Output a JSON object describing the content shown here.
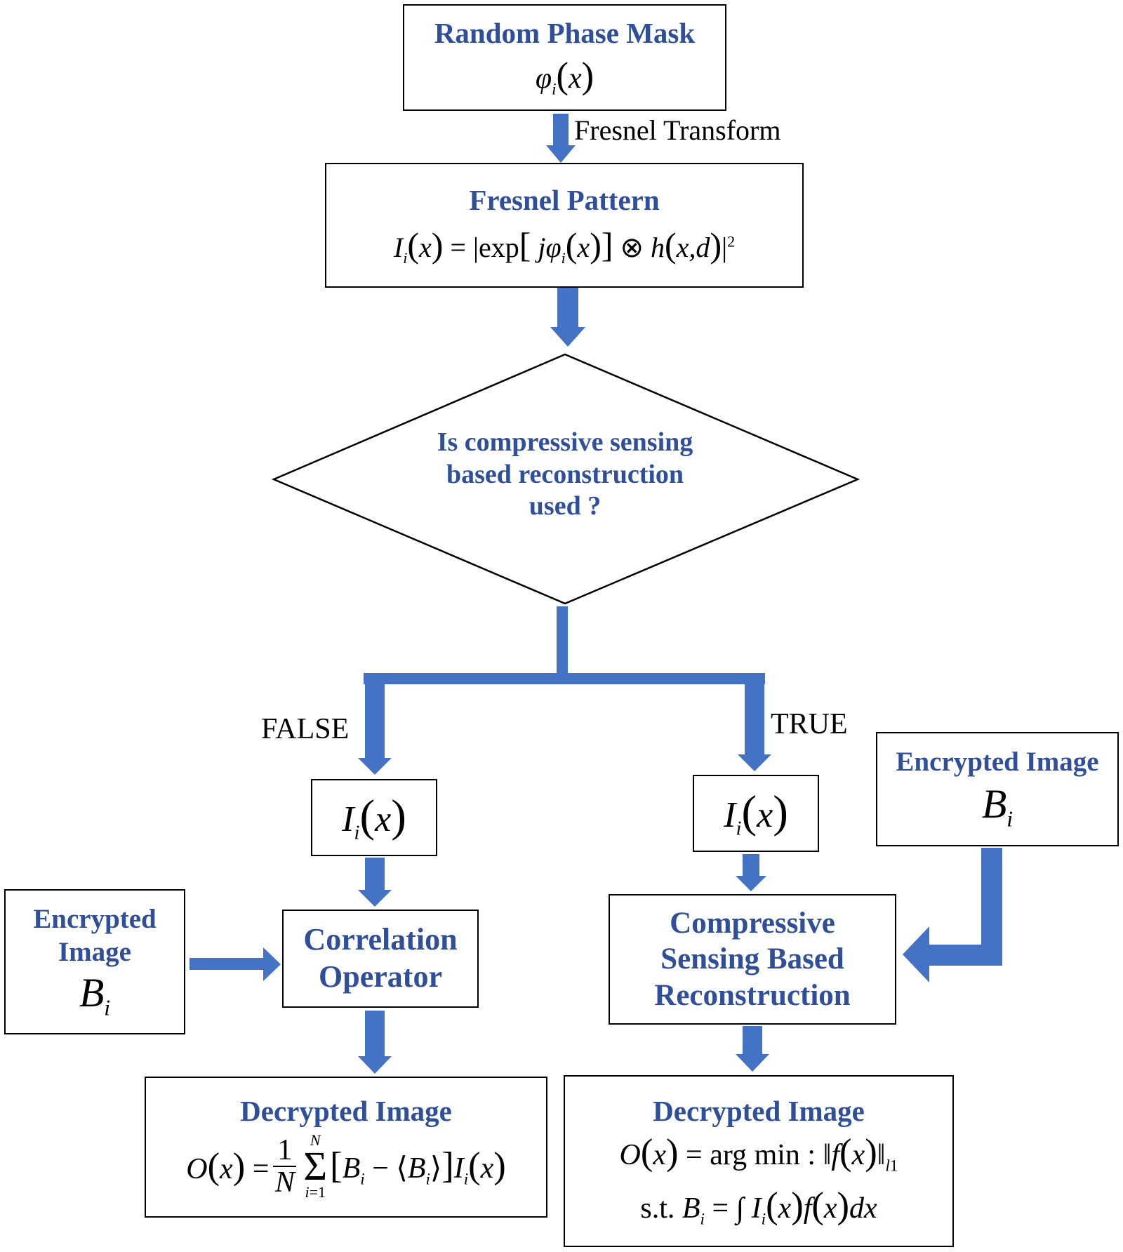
{
  "nodes": {
    "random_phase_mask": {
      "title": "Random Phase Mask",
      "formula": "φ_i(x)"
    },
    "fresnel_pattern": {
      "title": "Fresnel Pattern",
      "formula": "I_i(x) = |exp[jφ_i(x)] ⊗ h(x,d)|²"
    },
    "decision": {
      "line1": "Is compressive sensing",
      "line2": "based reconstruction",
      "line3": "used ?"
    },
    "intensity_left": {
      "formula": "I_i(x)"
    },
    "intensity_right": {
      "formula": "I_i(x)"
    },
    "encrypted_left": {
      "title_line1": "Encrypted",
      "title_line2": "Image",
      "formula": "B_i"
    },
    "encrypted_right": {
      "title": "Encrypted Image",
      "formula": "B_i"
    },
    "correlation": {
      "line1": "Correlation",
      "line2": "Operator"
    },
    "cs_reconstruction": {
      "line1": "Compressive",
      "line2": "Sensing Based",
      "line3": "Reconstruction"
    },
    "decrypted_left": {
      "title": "Decrypted Image",
      "formula": "O(x) = (1/N) Σ_{i=1}^{N} [B_i − ⟨B_i⟩] I_i(x)"
    },
    "decrypted_right": {
      "title": "Decrypted Image",
      "formula_line1": "O(x) = arg min : ‖f(x)‖_l1",
      "formula_line2": "s.t. B_i = ∫ I_i(x) f(x) dx"
    }
  },
  "edge_labels": {
    "fresnel_transform": "Fresnel Transform",
    "false": "FALSE",
    "true": "TRUE"
  },
  "colors": {
    "title_blue": "#2f4f9a",
    "arrow_blue": "#4472c4",
    "border": "#000000"
  }
}
